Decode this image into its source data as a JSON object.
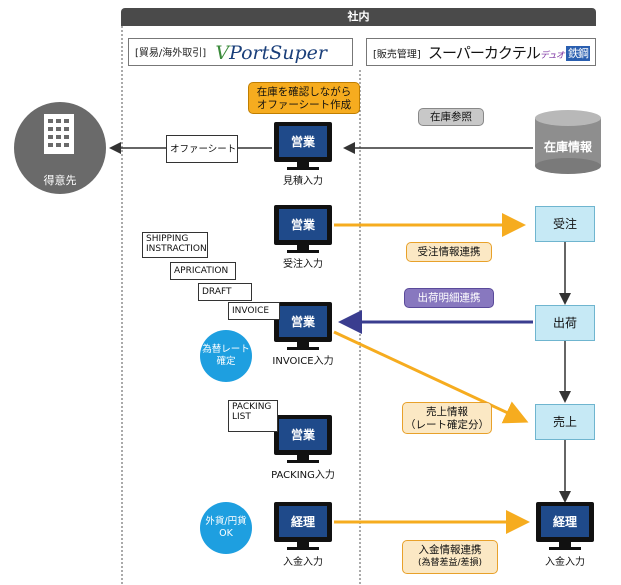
{
  "header": {
    "title": "社内"
  },
  "systems": {
    "left": {
      "tag": "[貿易/海外取引]",
      "logo": "VPortSuper",
      "logo_v": "V",
      "logo_rest": "PortSuper"
    },
    "right": {
      "tag": "[販売管理]",
      "logo": "スーパーカクテル",
      "logo_duo": "デュオ",
      "logo_tekko": "鉄鋼"
    }
  },
  "external": {
    "customer_label": "得意先",
    "offer_sheet": "オファーシート"
  },
  "database": {
    "label": "在庫情報"
  },
  "callouts": {
    "inventory_check": [
      "在庫を確認しながら",
      "オファーシート作成"
    ],
    "inventory_ref": "在庫参照",
    "order_link": "受注情報連携",
    "ship_detail_link": "出荷明細連携",
    "sales_info": [
      "売上情報",
      "（レート確定分）"
    ],
    "payment_link": [
      "入金情報連携",
      "(為替差益/差損)"
    ]
  },
  "monitors": [
    {
      "screen": "営業",
      "caption": "見積入力"
    },
    {
      "screen": "営業",
      "caption": "受注入力"
    },
    {
      "screen": "営業",
      "caption": "INVOICE入力"
    },
    {
      "screen": "営業",
      "caption": "PACKING入力"
    },
    {
      "screen": "経理",
      "caption": "入金入力"
    },
    {
      "screen": "経理",
      "caption": "入金入力"
    }
  ],
  "documents": {
    "shipping": "SHIPPING\nINSTRACTION",
    "aprication": "APRICATION",
    "draft": "DRAFT",
    "invoice": "INVOICE",
    "packing": "PACKING\nLIST"
  },
  "bubbles": {
    "rate": [
      "為替レート",
      "確定"
    ],
    "currency": [
      "外貨/円貨",
      "OK"
    ]
  },
  "flow": {
    "order": "受注",
    "ship": "出荷",
    "sales": "売上"
  },
  "colors": {
    "orange": "#f6ac1f",
    "navy": "#3a3d8f",
    "screen": "#1f4a8a",
    "flow": "#c6e9f5",
    "bubble": "#1e9fe0"
  }
}
